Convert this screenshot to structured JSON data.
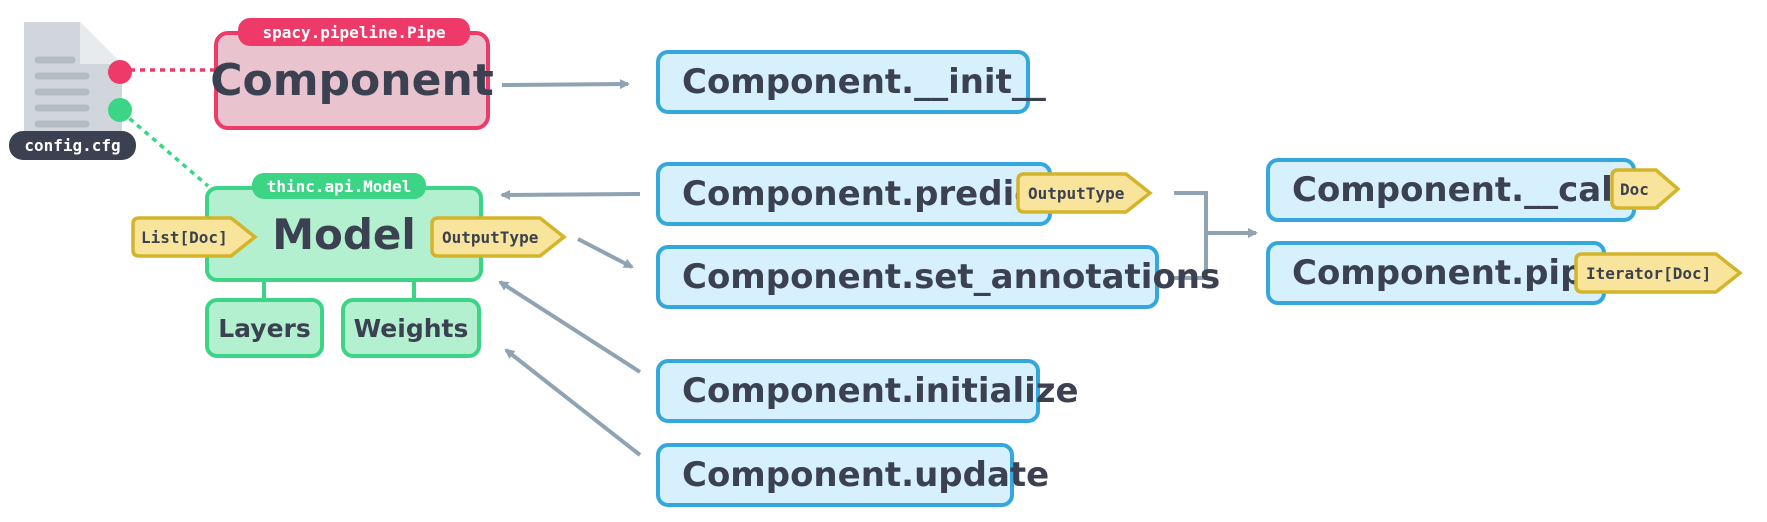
{
  "config_file": {
    "label": "config.cfg"
  },
  "component": {
    "title": "Component",
    "class_tag": "spacy.pipeline.Pipe"
  },
  "model": {
    "title": "Model",
    "class_tag": "thinc.api.Model",
    "input_type": "List[Doc]",
    "output_type": "OutputType",
    "parts": [
      "Layers",
      "Weights"
    ]
  },
  "methods": {
    "init": "Component.__init__",
    "predict": "Component.predict",
    "predict_type": "OutputType",
    "set_annotations": "Component.set_annotations",
    "initialize": "Component.initialize",
    "update": "Component.update",
    "call": "Component.__call__",
    "call_type": "Doc",
    "pipe": "Component.pipe",
    "pipe_type": "Iterator[Doc]"
  },
  "colors": {
    "component_fill": "#e9c3cd",
    "component_border": "#ee3a68",
    "model_fill": "#b3f0d0",
    "model_border": "#3cd586",
    "method_fill": "#d6f1fd",
    "method_border": "#34a8dd",
    "type_tag_fill": "#f8e59b",
    "type_tag_border": "#d4b42a",
    "arrow": "#8fa3b3",
    "text": "#3b4150"
  }
}
